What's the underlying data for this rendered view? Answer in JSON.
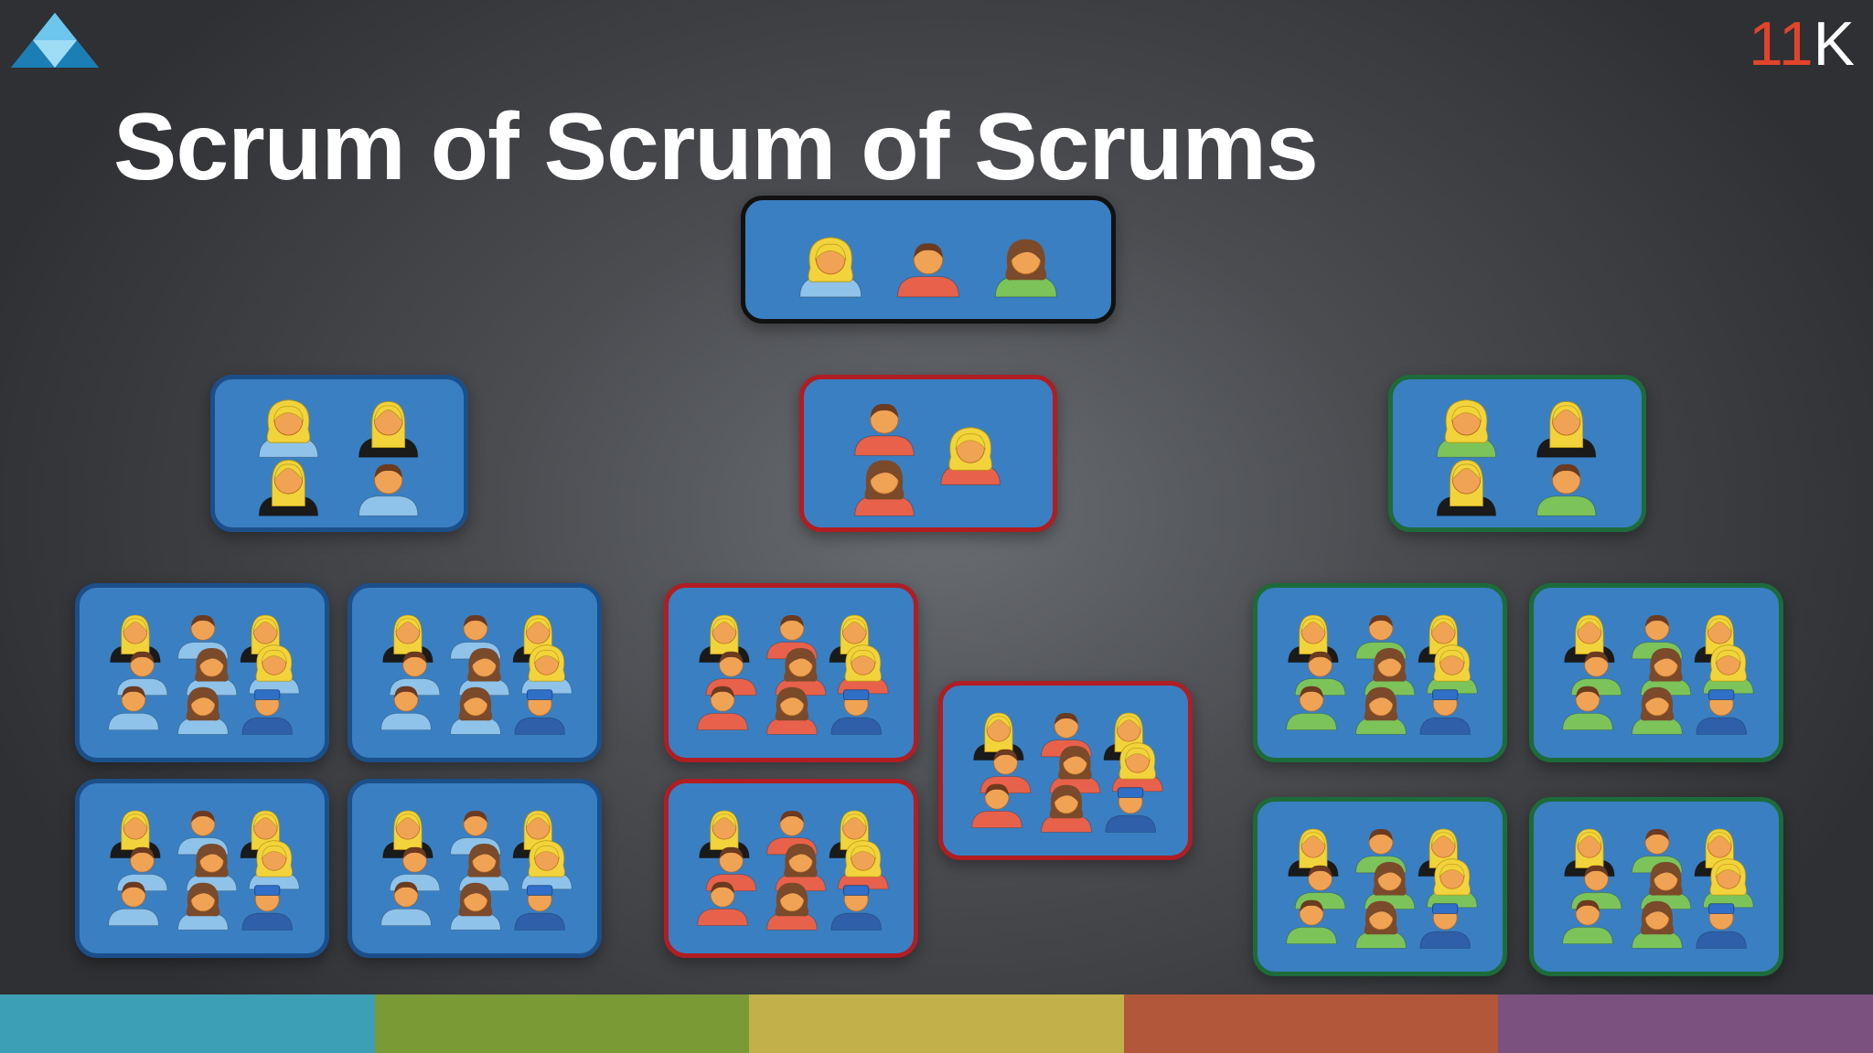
{
  "title": "Scrum of Scrum of Scrums",
  "brand": {
    "number": "11",
    "letter": "K",
    "number_color": "#e0452a",
    "letter_color": "#ffffff"
  },
  "logo": {
    "icon": "triangle-logo-icon",
    "color": "#2a9fd6"
  },
  "colors": {
    "box_fill": "#3a7fc1",
    "black": "#111111",
    "blue": "#1c4f8a",
    "red": "#b01d22",
    "green": "#1d6b3a"
  },
  "bottom_bar_colors": [
    "#3d9fb5",
    "#7a9a35",
    "#c2b14a",
    "#b3573a",
    "#7a517f"
  ]
}
